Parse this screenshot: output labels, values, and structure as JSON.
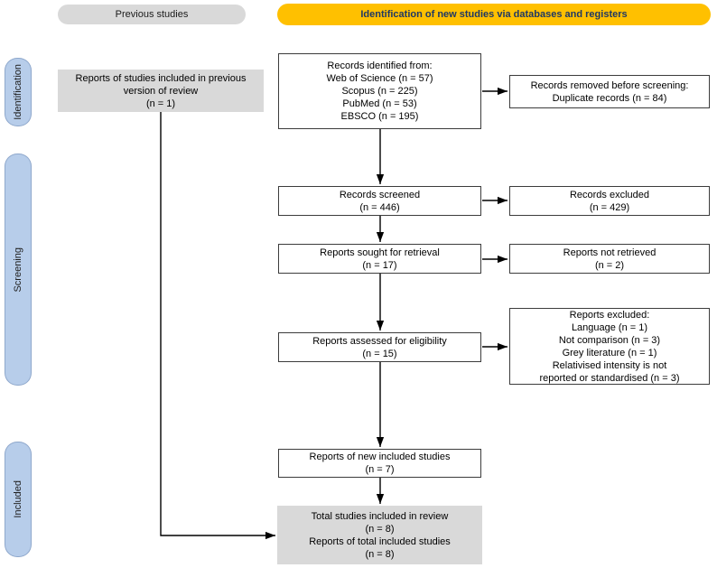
{
  "colors": {
    "header_orange": "#FFC000",
    "header_gray": "#D9D9D9",
    "sidebar_blue": "#B7CDEA",
    "box_gray": "#D9D9D9",
    "header_text": "#1F3864",
    "line": "#000000"
  },
  "headers": {
    "previous_studies": "Previous studies",
    "identification_new": "Identification of new studies via databases and registers"
  },
  "sidebar": {
    "identification": "Identification",
    "screening": "Screening",
    "included": "Included"
  },
  "boxes": {
    "previous_reports": [
      "Reports of studies included in previous",
      "version of review",
      "(n = 1)"
    ],
    "records_identified": [
      "Records identified from:",
      "Web of Science (n = 57)",
      "Scopus (n = 225)",
      "PubMed (n = 53)",
      "EBSCO (n = 195)"
    ],
    "records_removed": [
      "Records removed before screening:",
      "Duplicate records (n = 84)"
    ],
    "records_screened": [
      "Records screened",
      "(n = 446)"
    ],
    "records_excluded": [
      "Records excluded",
      "(n = 429)"
    ],
    "reports_sought": [
      "Reports sought for retrieval",
      "(n = 17)"
    ],
    "reports_not_retrieved": [
      "Reports not retrieved",
      "(n = 2)"
    ],
    "reports_assessed": [
      "Reports assessed for eligibility",
      "(n = 15)"
    ],
    "reports_excluded": [
      "Reports excluded:",
      "Language (n = 1)",
      "Not comparison (n = 3)",
      "Grey literature (n = 1)",
      "Relativised intensity is not",
      "reported or standardised (n = 3)"
    ],
    "new_included": [
      "Reports of new included studies",
      "(n = 7)"
    ],
    "total_included": [
      "Total studies included in review",
      "(n = 8)",
      "Reports of total included studies",
      "(n = 8)"
    ]
  }
}
